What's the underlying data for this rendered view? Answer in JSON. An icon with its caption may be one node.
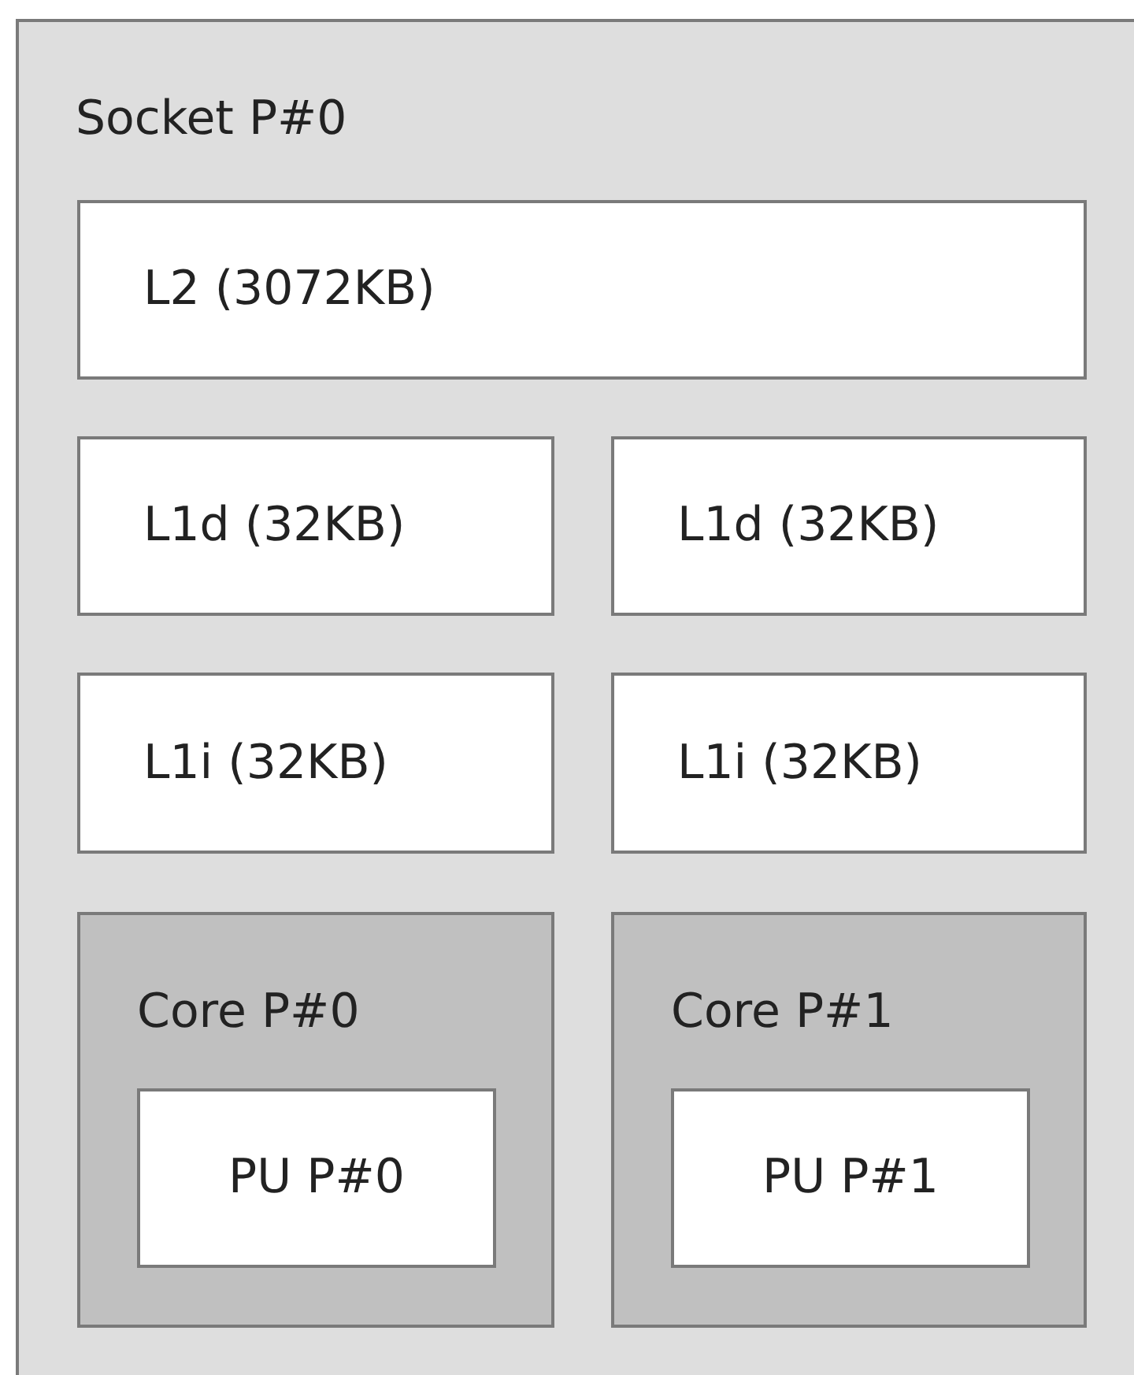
{
  "diagram": {
    "nodes": [
      {
        "text": [
          "Socket P#0"
        ]
      },
      {
        "text": [
          "L2 (3072KB)"
        ],
        "in": 0
      },
      {
        "text": [
          "L1d (32KB)"
        ],
        "in": 0
      },
      {
        "text": [
          "L1d (32KB)"
        ],
        "in": 0
      },
      {
        "text": [
          "L1i (32KB)"
        ],
        "in": 0
      },
      {
        "text": [
          "L1i (32KB)"
        ],
        "in": 0
      },
      {
        "text": [
          "Core P#0"
        ],
        "in": 0
      },
      {
        "text": [
          "PU P#0"
        ],
        "in": 6
      },
      {
        "text": [
          "Core P#1"
        ],
        "in": 0
      },
      {
        "text": [
          "PU P#1"
        ],
        "in": 8
      }
    ]
  }
}
